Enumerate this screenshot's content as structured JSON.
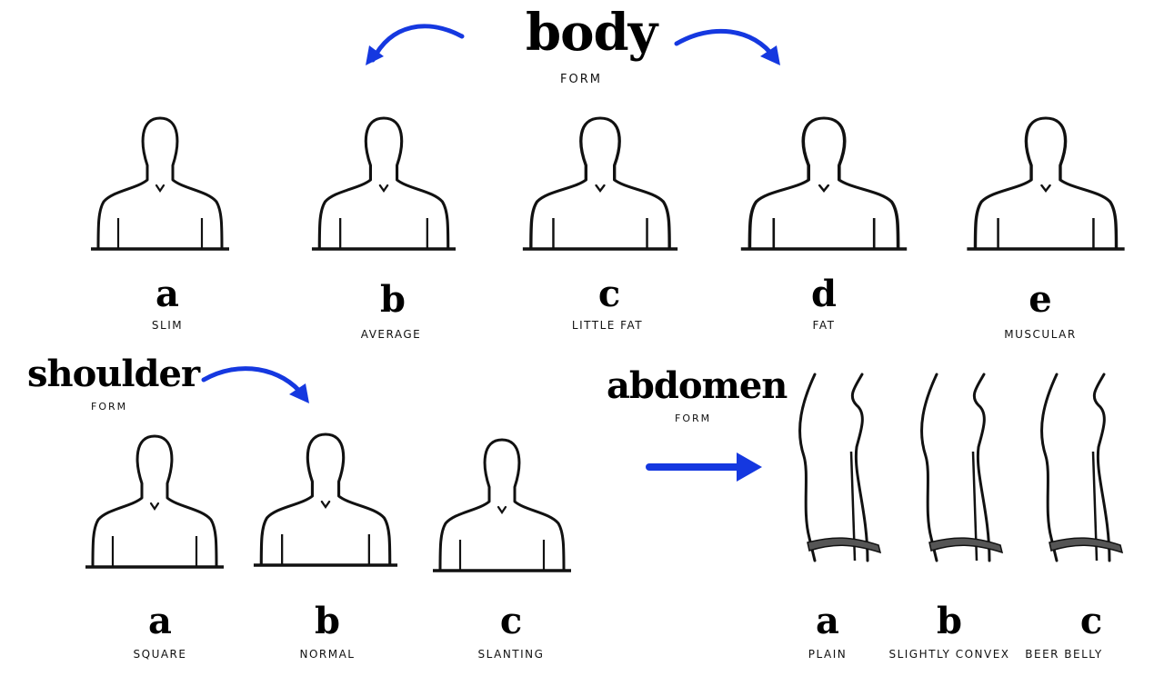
{
  "body_section": {
    "title": "body",
    "subtitle": "FORM",
    "items": [
      {
        "letter": "a",
        "caption": "SLIM"
      },
      {
        "letter": "b",
        "caption": "AVERAGE"
      },
      {
        "letter": "c",
        "caption": "LITTLE FAT"
      },
      {
        "letter": "d",
        "caption": "FAT"
      },
      {
        "letter": "e",
        "caption": "MUSCULAR"
      }
    ]
  },
  "shoulder_section": {
    "title": "shoulder",
    "subtitle": "FORM",
    "items": [
      {
        "letter": "a",
        "caption": "SQUARE"
      },
      {
        "letter": "b",
        "caption": "NORMAL"
      },
      {
        "letter": "c",
        "caption": "SLANTING"
      }
    ]
  },
  "abdomen_section": {
    "title": "abdomen",
    "subtitle": "FORM",
    "items": [
      {
        "letter": "a",
        "caption": "PLAIN"
      },
      {
        "letter": "b",
        "caption": "SLIGHTLY CONVEX"
      },
      {
        "letter": "c",
        "caption": "BEER BELLY"
      }
    ]
  },
  "colors": {
    "arrow": "#1538e0",
    "line": "#111111",
    "background": "#ffffff"
  }
}
